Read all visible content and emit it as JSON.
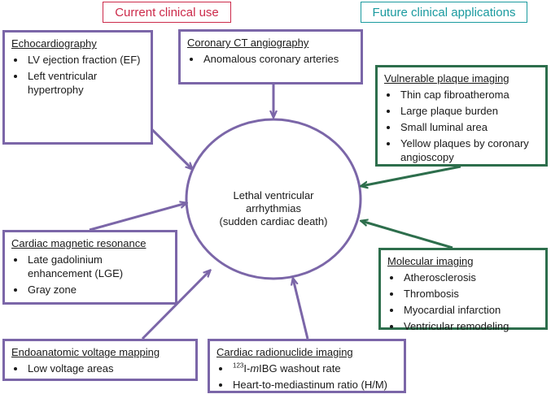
{
  "legend": {
    "current": "Current clinical use",
    "future": "Future clinical applications"
  },
  "center": {
    "line1": "Lethal ventricular",
    "line2": "arrhythmias",
    "line3": "(sudden cardiac death)"
  },
  "colors": {
    "current": "#cc2a4a",
    "future": "#1a9a9f",
    "purple": "#7b66a8",
    "green": "#2d6e4c"
  },
  "boxes": {
    "echo": {
      "title": "Echocardiography",
      "items": [
        "LV ejection fraction (EF)",
        "Left ventricular hypertrophy"
      ]
    },
    "ct": {
      "title": "Coronary CT angiography",
      "items": [
        "Anomalous coronary arteries"
      ]
    },
    "vuln": {
      "title": "Vulnerable plaque imaging",
      "items": [
        "Thin cap fibroatheroma",
        "Large plaque burden",
        "Small luminal area",
        "Yellow plaques by coronary angioscopy"
      ]
    },
    "cmr": {
      "title": "Cardiac magnetic resonance",
      "items": [
        "Late gadolinium enhancement (LGE)",
        "Gray zone"
      ]
    },
    "mol": {
      "title": "Molecular imaging",
      "items": [
        "Atherosclerosis",
        "Thrombosis",
        "Myocardial infarction",
        "Ventricular remodeling"
      ]
    },
    "endo": {
      "title": "Endoanatomic voltage mapping",
      "items": [
        "Low voltage areas"
      ]
    },
    "radio": {
      "title": "Cardiac radionuclide imaging",
      "item1_sup": "123",
      "item1_pre": "I-",
      "item1_italic": "m",
      "item1_post": "IBG washout rate",
      "item2": "Heart-to-mediastinum ratio (H/M)"
    }
  }
}
